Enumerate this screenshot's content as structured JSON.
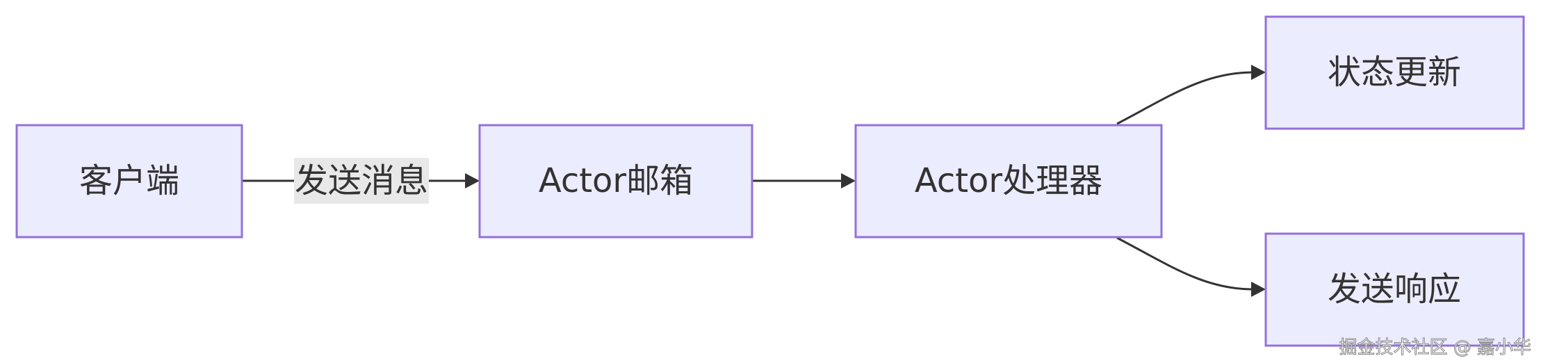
{
  "nodes": {
    "client": "客户端",
    "mailbox": "Actor邮箱",
    "processor": "Actor处理器",
    "state_update": "状态更新",
    "send_response": "发送响应"
  },
  "edges": {
    "client_to_mailbox_label": "发送消息"
  },
  "colors": {
    "node_fill": "#ECECFF",
    "node_border": "#9370DB",
    "edge": "#333333",
    "label_bg": "#E8E8E8",
    "text": "#333333"
  },
  "watermark": "掘金技术社区 @ 嘉小华"
}
